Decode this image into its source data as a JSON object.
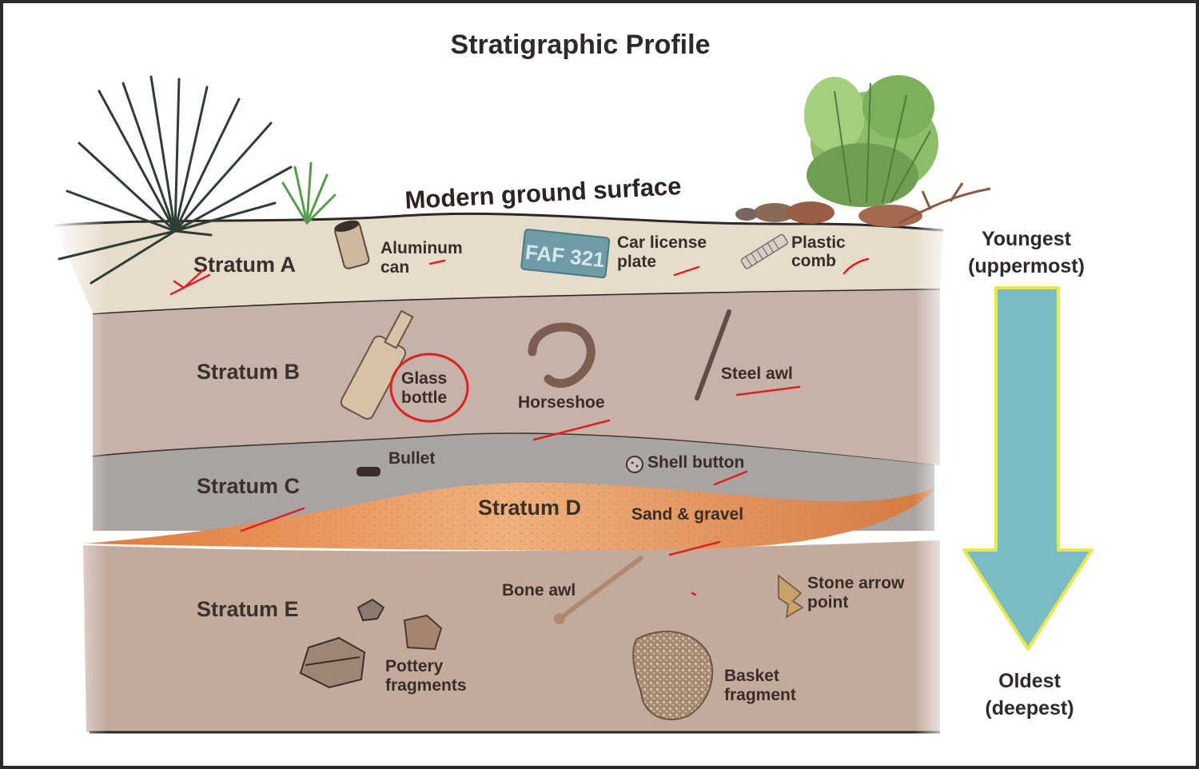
{
  "title": "Stratigraphic Profile",
  "surface_label": "Modern ground surface",
  "strata": {
    "a": "Stratum A",
    "b": "Stratum B",
    "c": "Stratum C",
    "d": "Stratum D",
    "e": "Stratum E"
  },
  "artifacts": {
    "aluminum_can": [
      "Aluminum",
      "can"
    ],
    "license_plate": [
      "Car license",
      "plate"
    ],
    "plate_text": "FAF 321",
    "plastic_comb": [
      "Plastic",
      "comb"
    ],
    "glass_bottle": [
      "Glass",
      "bottle"
    ],
    "horseshoe": "Horseshoe",
    "steel_awl": "Steel awl",
    "bullet": "Bullet",
    "shell_button": "Shell button",
    "sand_gravel": "Sand & gravel",
    "bone_awl": "Bone awl",
    "stone_arrow_point": [
      "Stone arrow",
      "point"
    ],
    "pottery_fragments": [
      "Pottery",
      "fragments"
    ],
    "basket_fragment": [
      "Basket",
      "fragment"
    ]
  },
  "age_scale": {
    "top": [
      "Youngest",
      "(uppermost)"
    ],
    "bottom": [
      "Oldest",
      "(deepest)"
    ]
  },
  "colors": {
    "stratum_a": "#e6dccb",
    "stratum_b": "#c5b2a8",
    "stratum_c": "#a9a3a1",
    "stratum_d": "#e0955a",
    "stratum_e": "#c2ab9d",
    "arrow_fill": "#79bcc4",
    "arrow_outline": "#e8e84a",
    "annotation_red": "#e02020"
  }
}
